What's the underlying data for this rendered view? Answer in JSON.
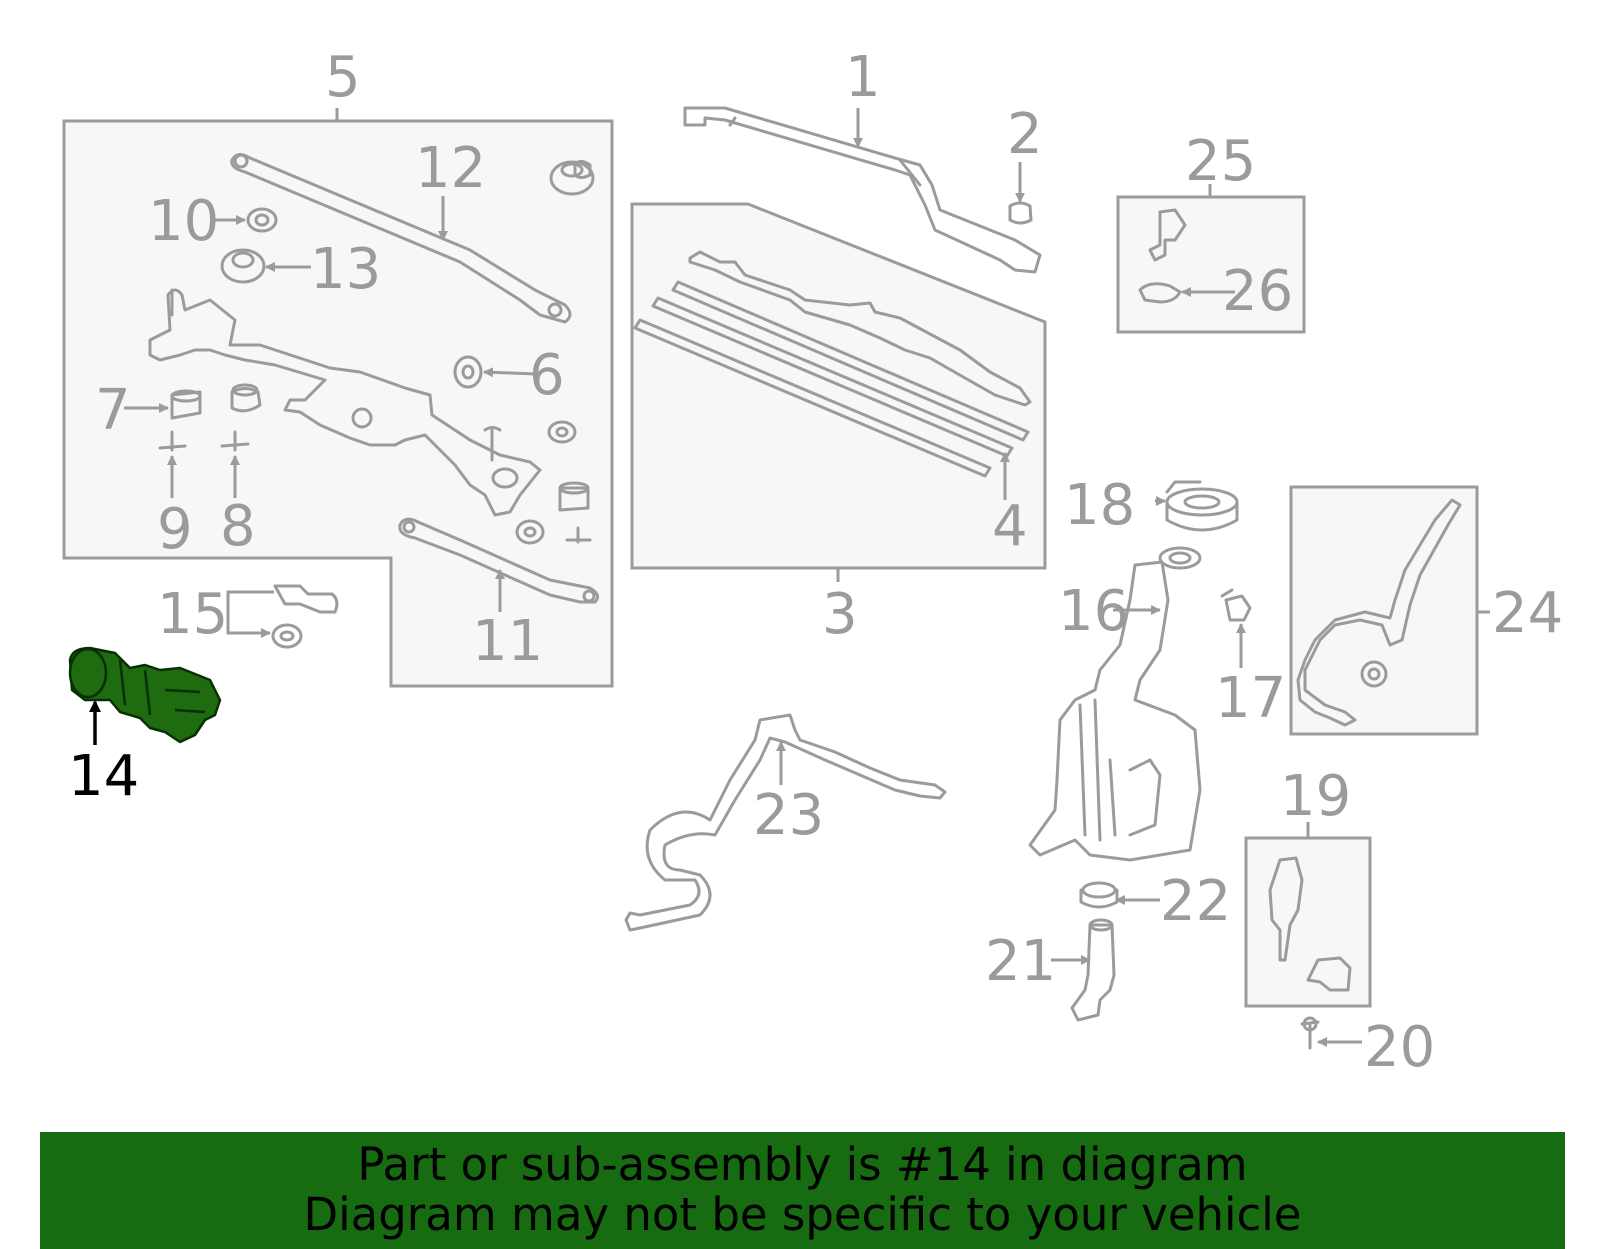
{
  "colors": {
    "line_gray": "#9b9b9b",
    "box_fill": "#f7f7f7",
    "highlight_green": "#1e6b10",
    "banner_green": "#176b10",
    "label_gray": "#9b9b9b",
    "highlight_label": "#000000"
  },
  "callouts": {
    "c1": "1",
    "c2": "2",
    "c3": "3",
    "c4": "4",
    "c5": "5",
    "c6": "6",
    "c7": "7",
    "c8": "8",
    "c9": "9",
    "c10": "10",
    "c11": "11",
    "c12": "12",
    "c13": "13",
    "c14": "14",
    "c15": "15",
    "c16": "16",
    "c17": "17",
    "c18": "18",
    "c19": "19",
    "c20": "20",
    "c21": "21",
    "c22": "22",
    "c23": "23",
    "c24": "24",
    "c25": "25",
    "c26": "26"
  },
  "highlighted_part": "14",
  "banner": {
    "line1": "Part or sub-assembly is #14 in diagram",
    "line2": "Diagram may not be specific to your vehicle"
  }
}
